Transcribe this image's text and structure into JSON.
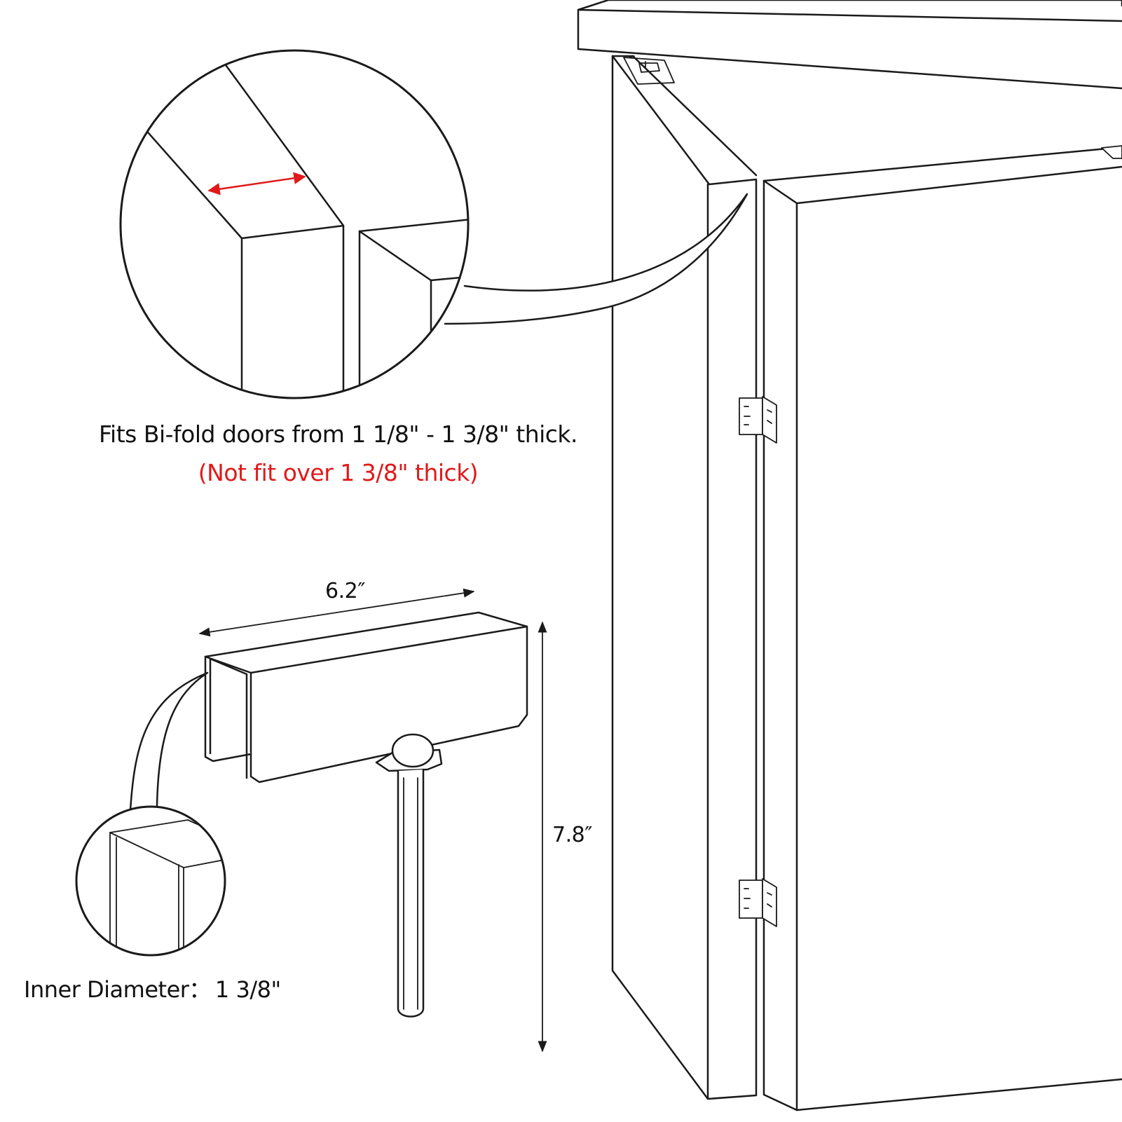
{
  "captions": {
    "fits_text": "Fits Bi-fold doors from 1 1/8\" - 1 3/8\" thick.",
    "warning_text": "(Not fit over 1 3/8\" thick)"
  },
  "dimensions": {
    "width": "6.2″",
    "height": "7.8″",
    "inner_diameter_label": "Inner Diameter：",
    "inner_diameter_value": "1 3/8\""
  },
  "colors": {
    "line": "#1a1a1a",
    "accent": "#e01919",
    "background": "#ffffff"
  }
}
